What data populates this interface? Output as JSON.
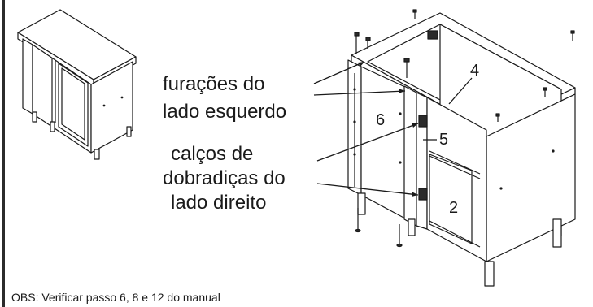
{
  "labels": {
    "holes_line1": "furações do",
    "holes_line2": "lado esquerdo",
    "shims_line1": "calços de",
    "shims_line2": "dobradiças do",
    "shims_line3": "lado direito"
  },
  "part_numbers": {
    "p2": "2",
    "p4": "4",
    "p5": "5",
    "p6": "6"
  },
  "note": "OBS: Verificar passo 6, 8 e 12 do manual"
}
